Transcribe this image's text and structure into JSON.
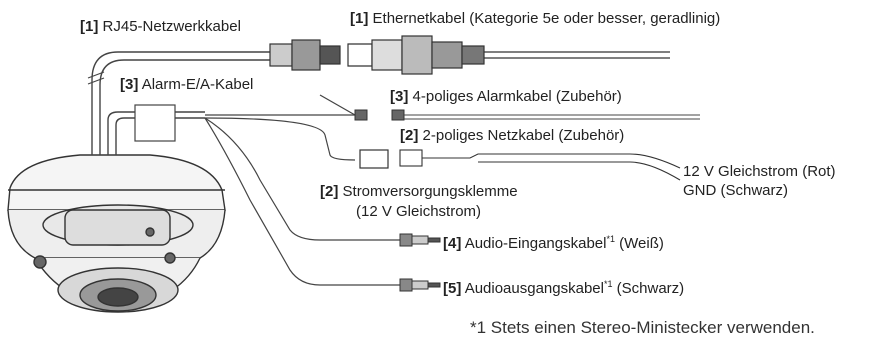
{
  "diagram": {
    "labels": {
      "rj45": {
        "num": "[1]",
        "text": "RJ45-Netzwerkkabel"
      },
      "ethernet": {
        "num": "[1]",
        "text": "Ethernetkabel (Kategorie 5e oder besser, geradlinig)"
      },
      "alarm_io": {
        "num": "[3]",
        "text": "Alarm-E/A-Kabel"
      },
      "alarm4": {
        "num": "[3]",
        "text": "4-poliges Alarmkabel (Zubehör)"
      },
      "power2": {
        "num": "[2]",
        "text": "2-poliges Netzkabel (Zubehör)"
      },
      "dc_red": {
        "text": "12 V Gleichstrom (Rot)"
      },
      "gnd": {
        "text": "GND (Schwarz)"
      },
      "terminal": {
        "num": "[2]",
        "text": "Stromversorgungsklemme",
        "sub": "(12 V Gleichstrom)"
      },
      "audio_in": {
        "num": "[4]",
        "text": "Audio-Eingangskabel",
        "sup": "*1",
        "after": " (Weiß)"
      },
      "audio_out": {
        "num": "[5]",
        "text": "Audioausgangskabel",
        "sup": "*1",
        "after": " (Schwarz)"
      }
    },
    "footnote": "*1  Stets einen Stereo-Ministecker verwenden."
  }
}
